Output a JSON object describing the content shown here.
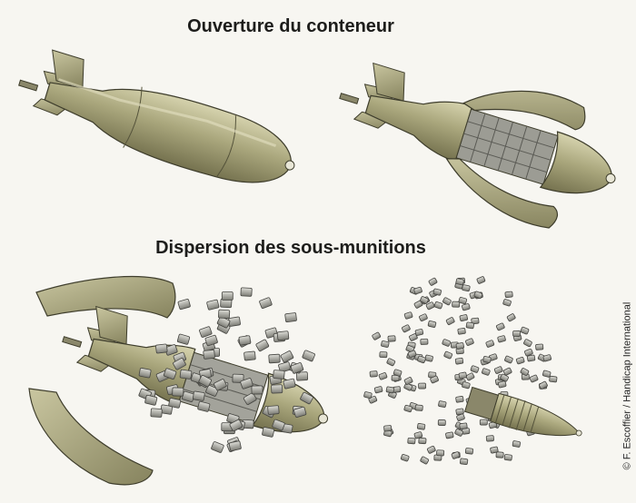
{
  "titles": {
    "opening": "Ouverture du conteneur",
    "dispersion": "Dispersion des sous-munitions"
  },
  "credit": "© F. Escoffier / Handicap International",
  "colors": {
    "background": "#f7f6f1",
    "casing": "#a8a57b",
    "casing_light": "#cfcca6",
    "casing_dark": "#6e6b4c",
    "outline": "#3e3d2c",
    "submunition": "#9a9a92"
  }
}
